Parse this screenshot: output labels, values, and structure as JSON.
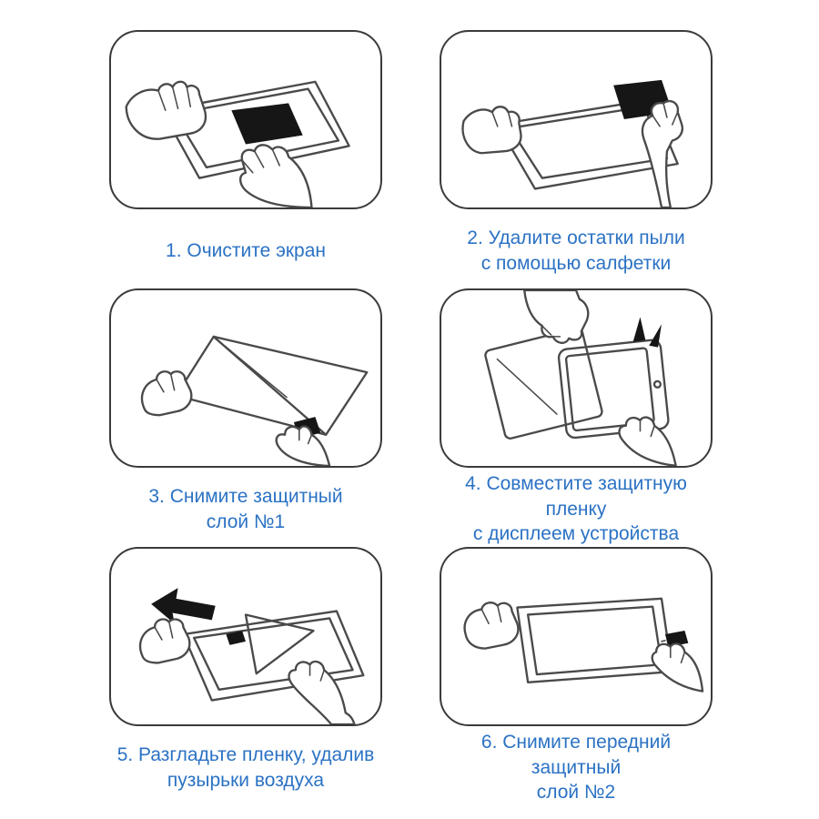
{
  "page": {
    "background": "#ffffff",
    "caption_color": "#2b72c4",
    "panel_border_color": "#3b3b3b",
    "description": "Screen protector installation instructions, 6 steps"
  },
  "steps": [
    {
      "caption": "1. Очистите экран",
      "illustration": "wipe-screen-with-cloth-illustration"
    },
    {
      "caption": "2. Удалите остатки пыли\nс помощью салфетки",
      "illustration": "remove-dust-with-wipe-illustration"
    },
    {
      "caption": "3. Снимите защитный\nслой №1",
      "illustration": "peel-protective-layer-1-illustration"
    },
    {
      "caption": "4. Совместите защитную пленку\nс дисплеем устройства",
      "illustration": "align-film-with-display-illustration"
    },
    {
      "caption": "5. Разгладьте пленку, удалив\nпузырьки воздуха",
      "illustration": "smooth-out-air-bubbles-illustration"
    },
    {
      "caption": "6. Снимите передний защитный\nслой №2",
      "illustration": "peel-front-layer-2-illustration"
    }
  ]
}
